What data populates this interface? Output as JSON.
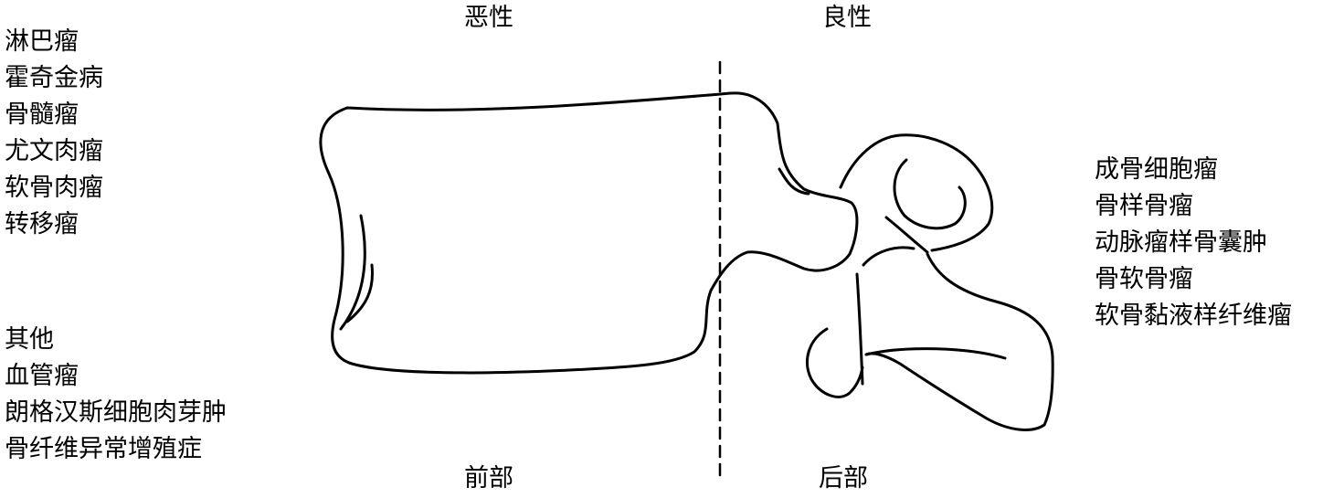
{
  "top_labels": {
    "malignant": "恶性",
    "benign": "良性"
  },
  "bottom_labels": {
    "anterior": "前部",
    "posterior": "后部"
  },
  "left_list_top": [
    "淋巴瘤",
    "霍奇金病",
    "骨髓瘤",
    "尤文肉瘤",
    "软骨肉瘤",
    "转移瘤"
  ],
  "left_list_bottom": [
    "其他",
    "血管瘤",
    "朗格汉斯细胞肉芽肿",
    "骨纤维异常增殖症"
  ],
  "right_list": [
    "成骨细胞瘤",
    "骨样骨瘤",
    "动脉瘤样骨囊肿",
    "骨软骨瘤",
    "软骨黏液样纤维瘤"
  ]
}
